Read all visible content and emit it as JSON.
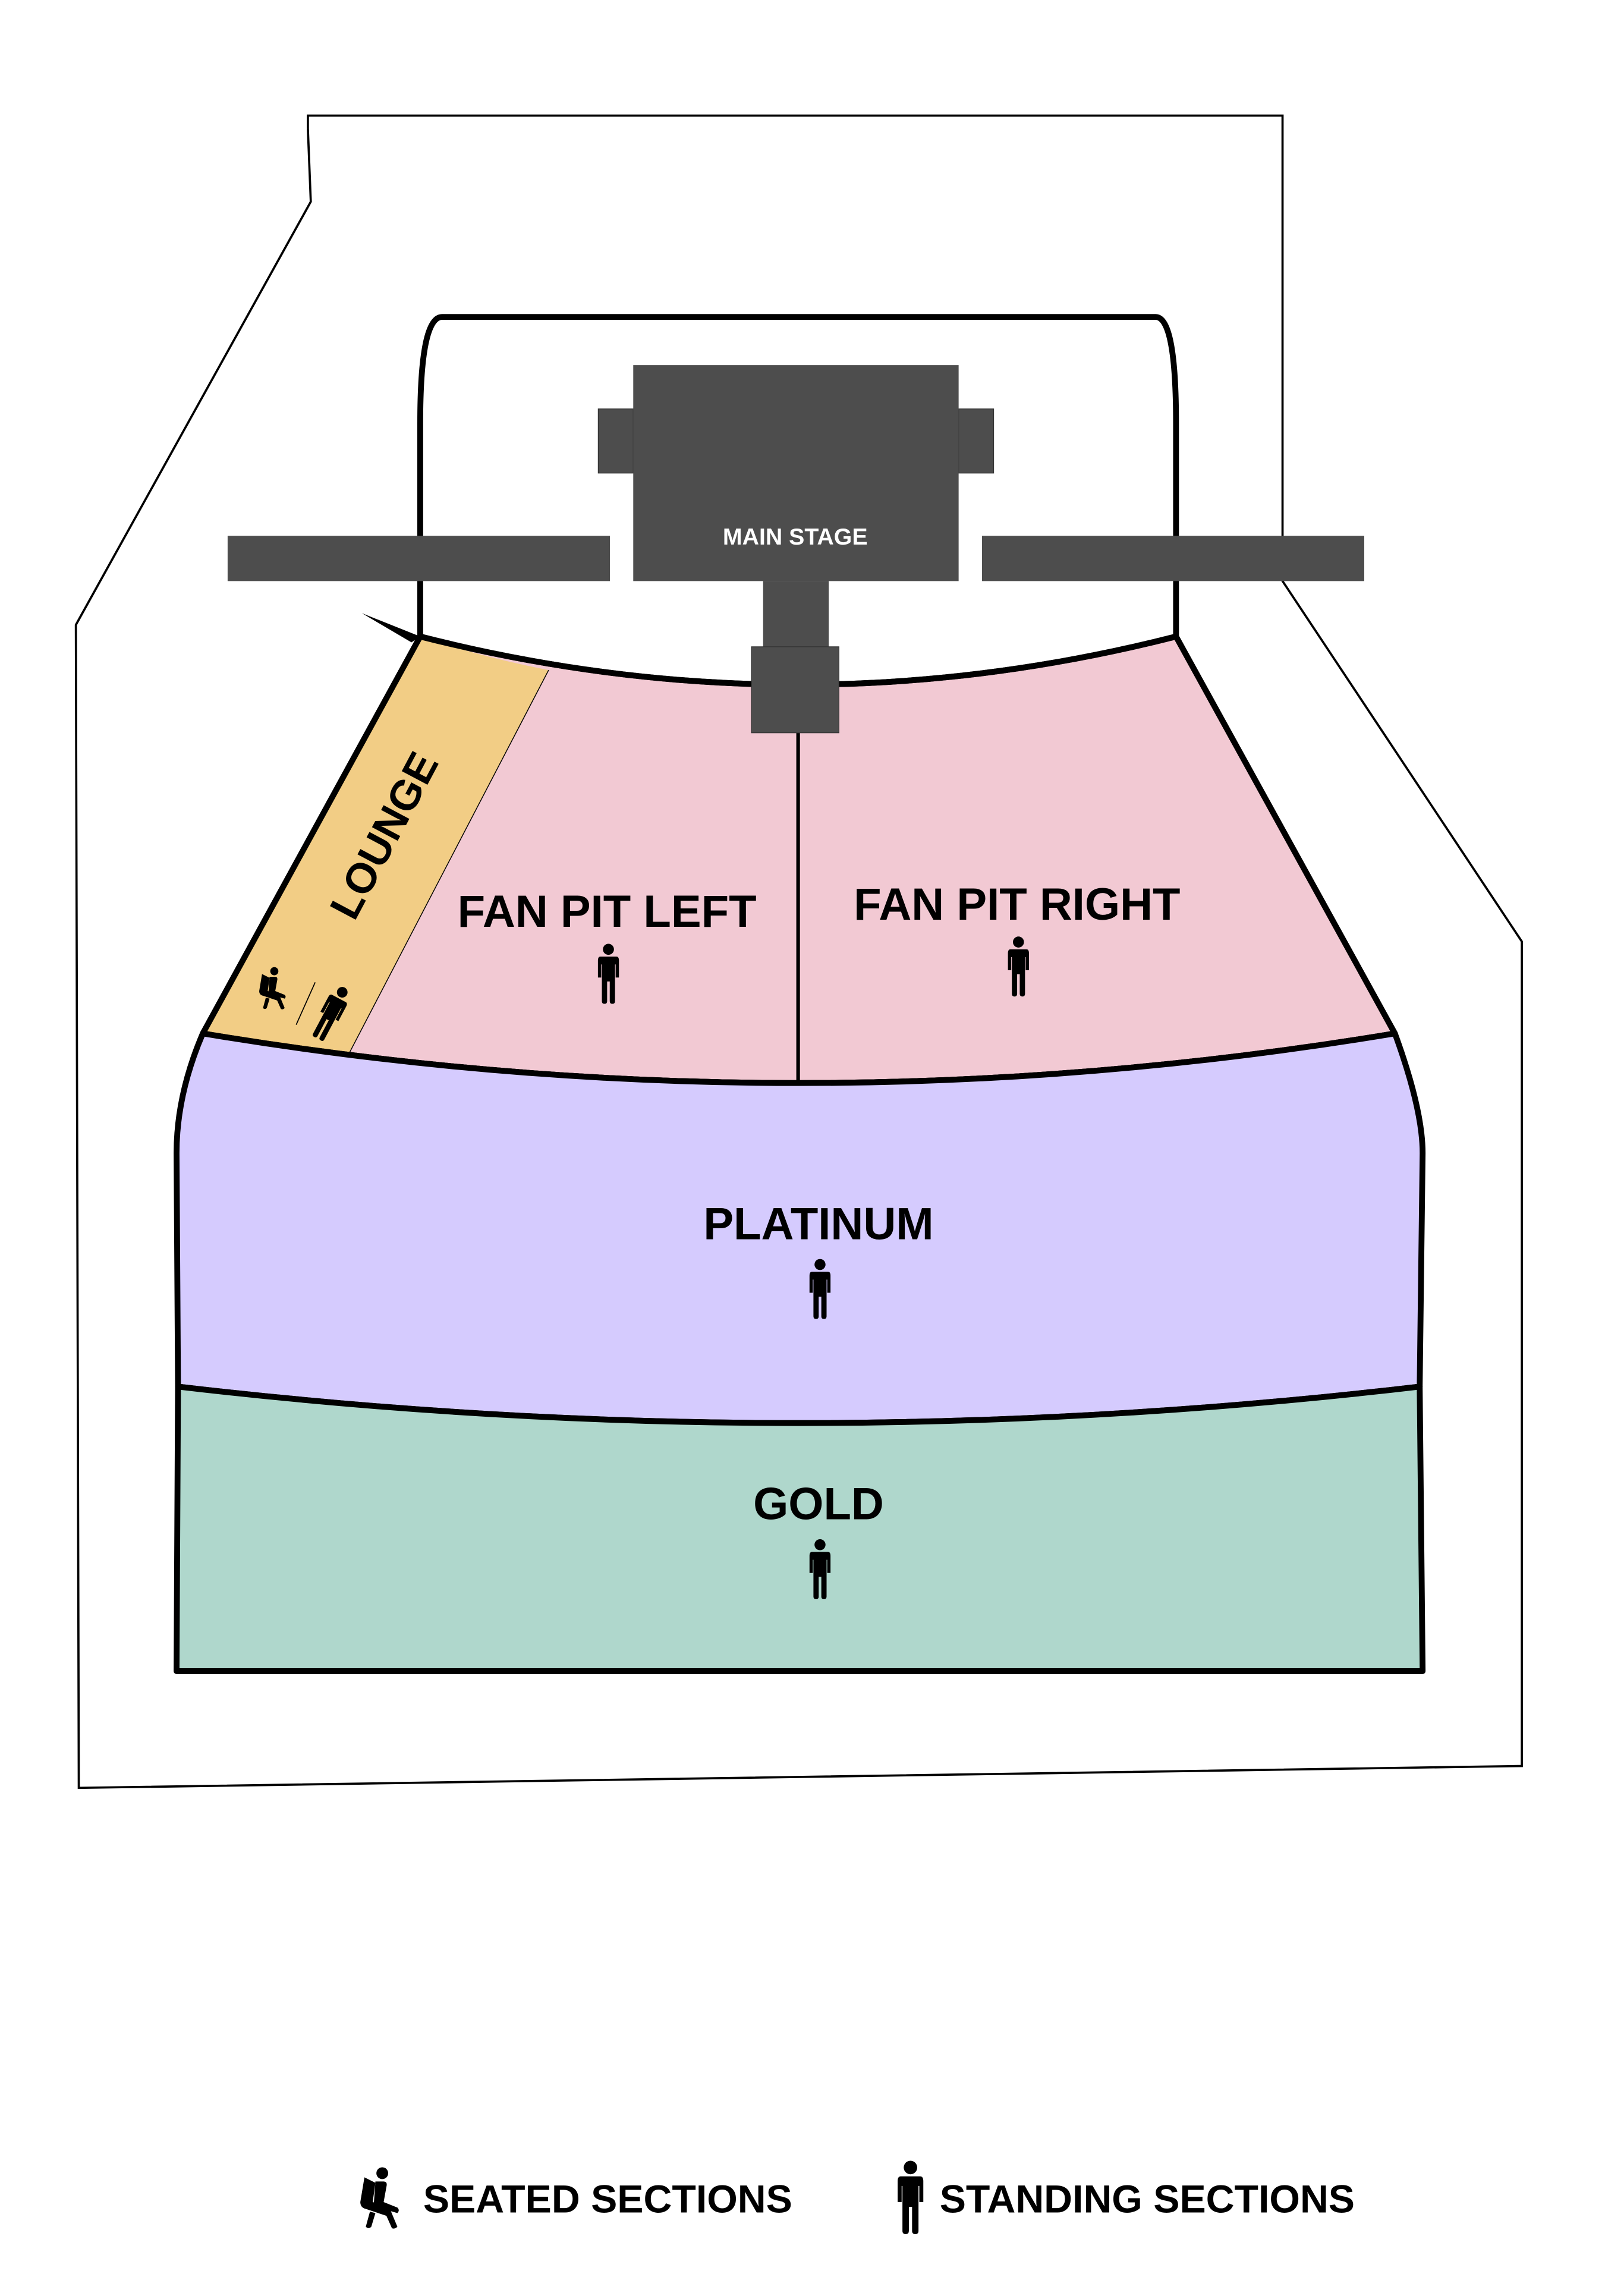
{
  "venue": {
    "stage_label": "MAIN STAGE",
    "sections": [
      {
        "name": "LOUNGE",
        "type": "seated-and-standing",
        "color": "#f2cd85"
      },
      {
        "name": "FAN PIT LEFT",
        "type": "standing",
        "color": "#f2c9d3"
      },
      {
        "name": "FAN PIT RIGHT",
        "type": "standing",
        "color": "#f2c9d3"
      },
      {
        "name": "PLATINUM",
        "type": "standing",
        "color": "#d5cbfe"
      },
      {
        "name": "GOLD",
        "type": "standing",
        "color": "#afd7cc"
      }
    ],
    "stage_color": "#4d4d4d"
  },
  "legend": {
    "seated": {
      "label": "SEATED SECTIONS",
      "icon": "seated-person-icon"
    },
    "standing": {
      "label": "STANDING SECTIONS",
      "icon": "standing-person-icon"
    }
  }
}
